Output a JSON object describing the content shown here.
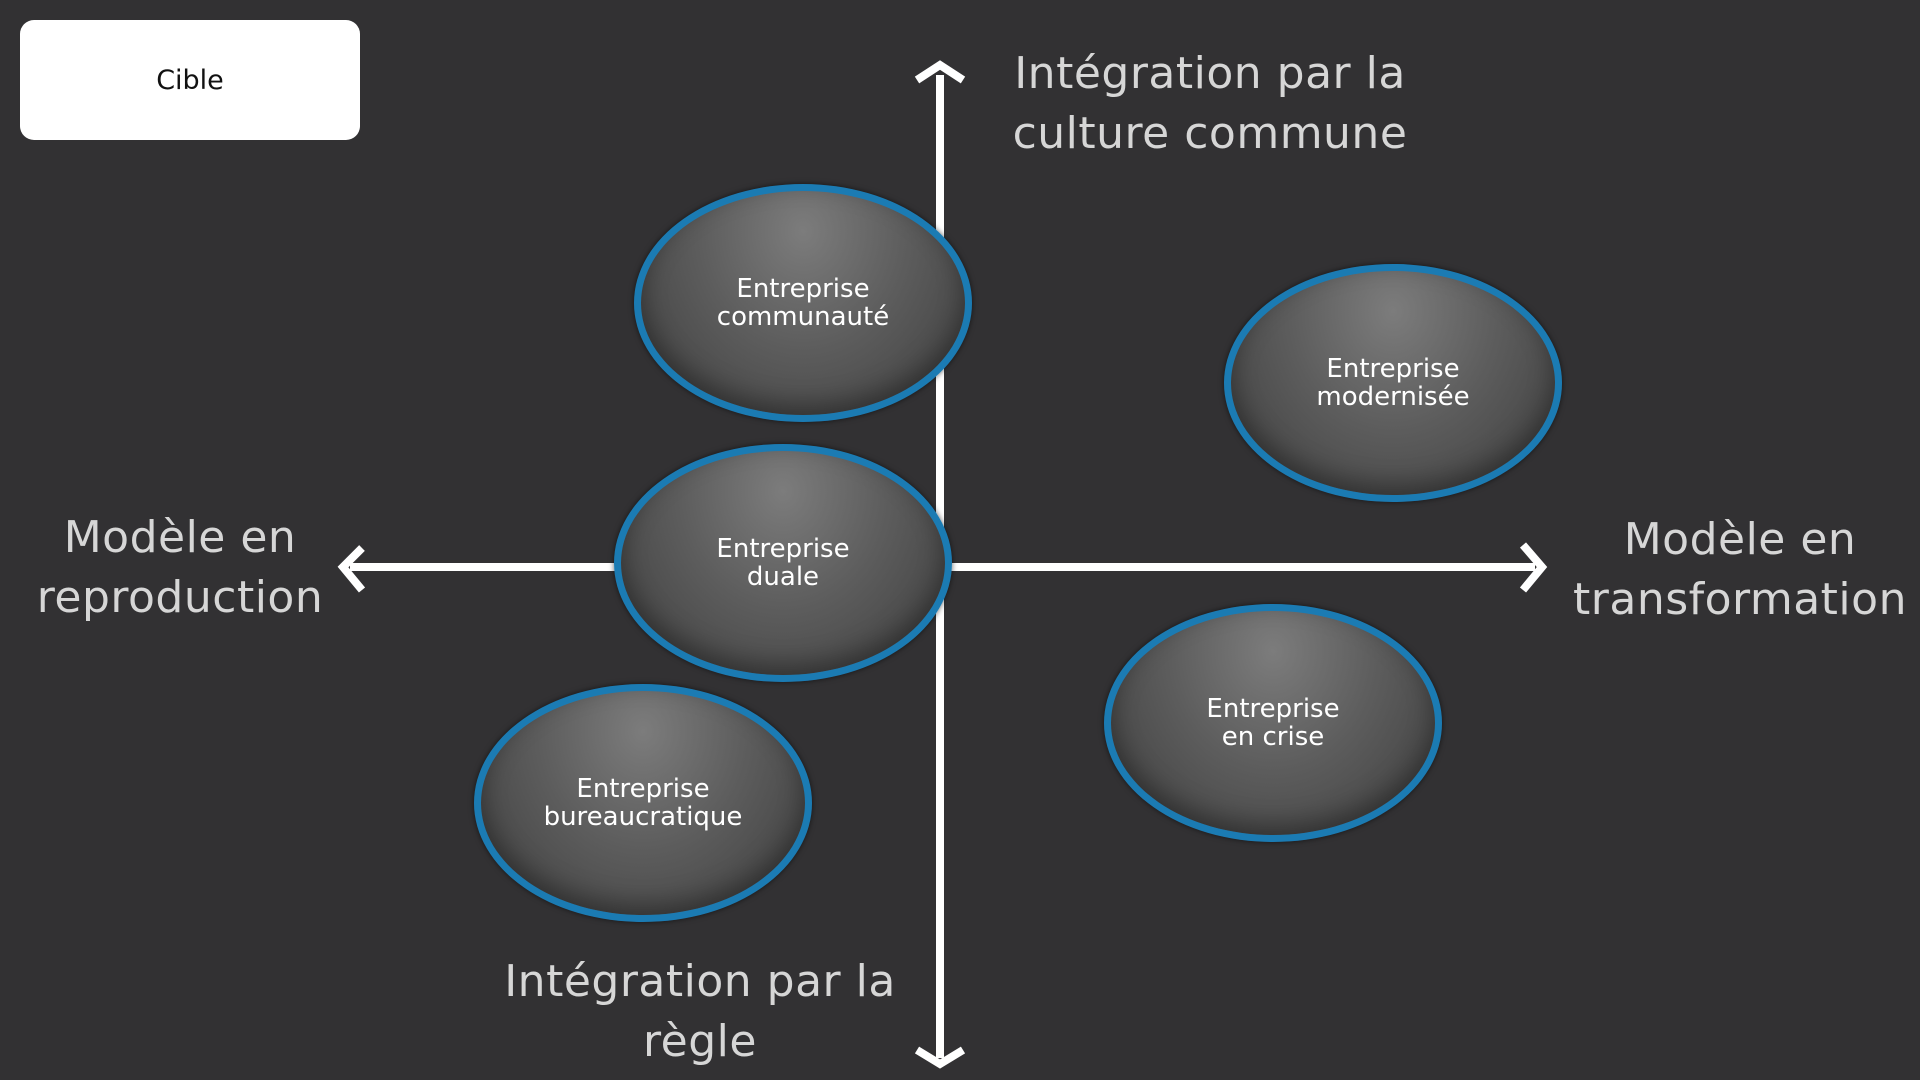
{
  "tag": "Cible",
  "axes": {
    "top": [
      "Intégration par la",
      "culture commune"
    ],
    "bottom": [
      "Intégration par la",
      "règle"
    ],
    "left": [
      "Modèle en",
      "reproduction"
    ],
    "right": [
      "Modèle en",
      "transformation"
    ]
  },
  "nodes": [
    {
      "id": "communaute",
      "lines": [
        "Entreprise",
        "communauté"
      ]
    },
    {
      "id": "modernisee",
      "lines": [
        "Entreprise",
        "modernisée"
      ]
    },
    {
      "id": "duale",
      "lines": [
        "Entreprise",
        "duale"
      ]
    },
    {
      "id": "crise",
      "lines": [
        "Entreprise",
        "en crise"
      ]
    },
    {
      "id": "bureaucratique",
      "lines": [
        "Entreprise",
        "bureaucratique"
      ]
    }
  ],
  "colors": {
    "background": "#323133",
    "axis": "#ffffff",
    "node_border": "#1b7bb3",
    "label_text": "#d6d6d6"
  }
}
